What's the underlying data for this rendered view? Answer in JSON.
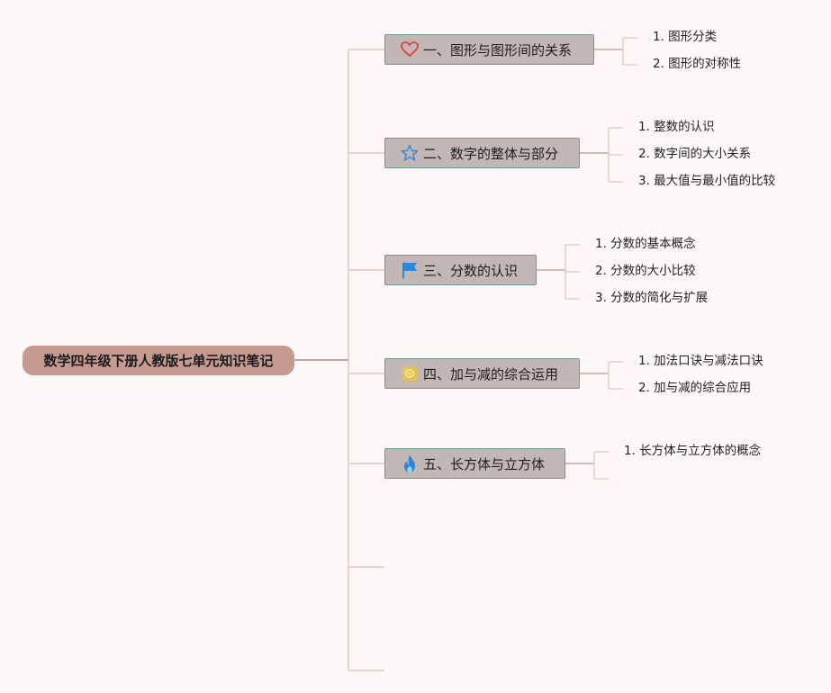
{
  "root": {
    "title": "数学四年级下册人教版七单元知识笔记"
  },
  "branches": [
    {
      "label": "一、图形与图形间的关系",
      "icon": "heart-icon",
      "icon_color": "#d9443a",
      "items": [
        "1. 图形分类",
        "2. 图形的对称性"
      ]
    },
    {
      "label": "二、数字的整体与部分",
      "icon": "star-icon",
      "icon_color": "#3b8fd6",
      "items": [
        "1. 整数的认识",
        "2. 数字间的大小关系",
        "3. 最大值与最小值的比较"
      ]
    },
    {
      "label": "三、分数的认识",
      "icon": "flag-icon",
      "icon_color": "#2a86d8",
      "items": [
        "1. 分数的基本概念",
        "2. 分数的大小比较",
        "3. 分数的简化与扩展"
      ]
    },
    {
      "label": "四、加与减的综合运用",
      "icon": "gear-icon",
      "icon_color": "#e0b640",
      "items": [
        "1. 加法口诀与减法口诀",
        "2. 加与减的综合应用"
      ]
    },
    {
      "label": "五、长方体与立方体",
      "icon": "flame-icon",
      "icon_color": "#2a86d8",
      "items": [
        "1. 长方体与立方体的概念"
      ]
    }
  ]
}
